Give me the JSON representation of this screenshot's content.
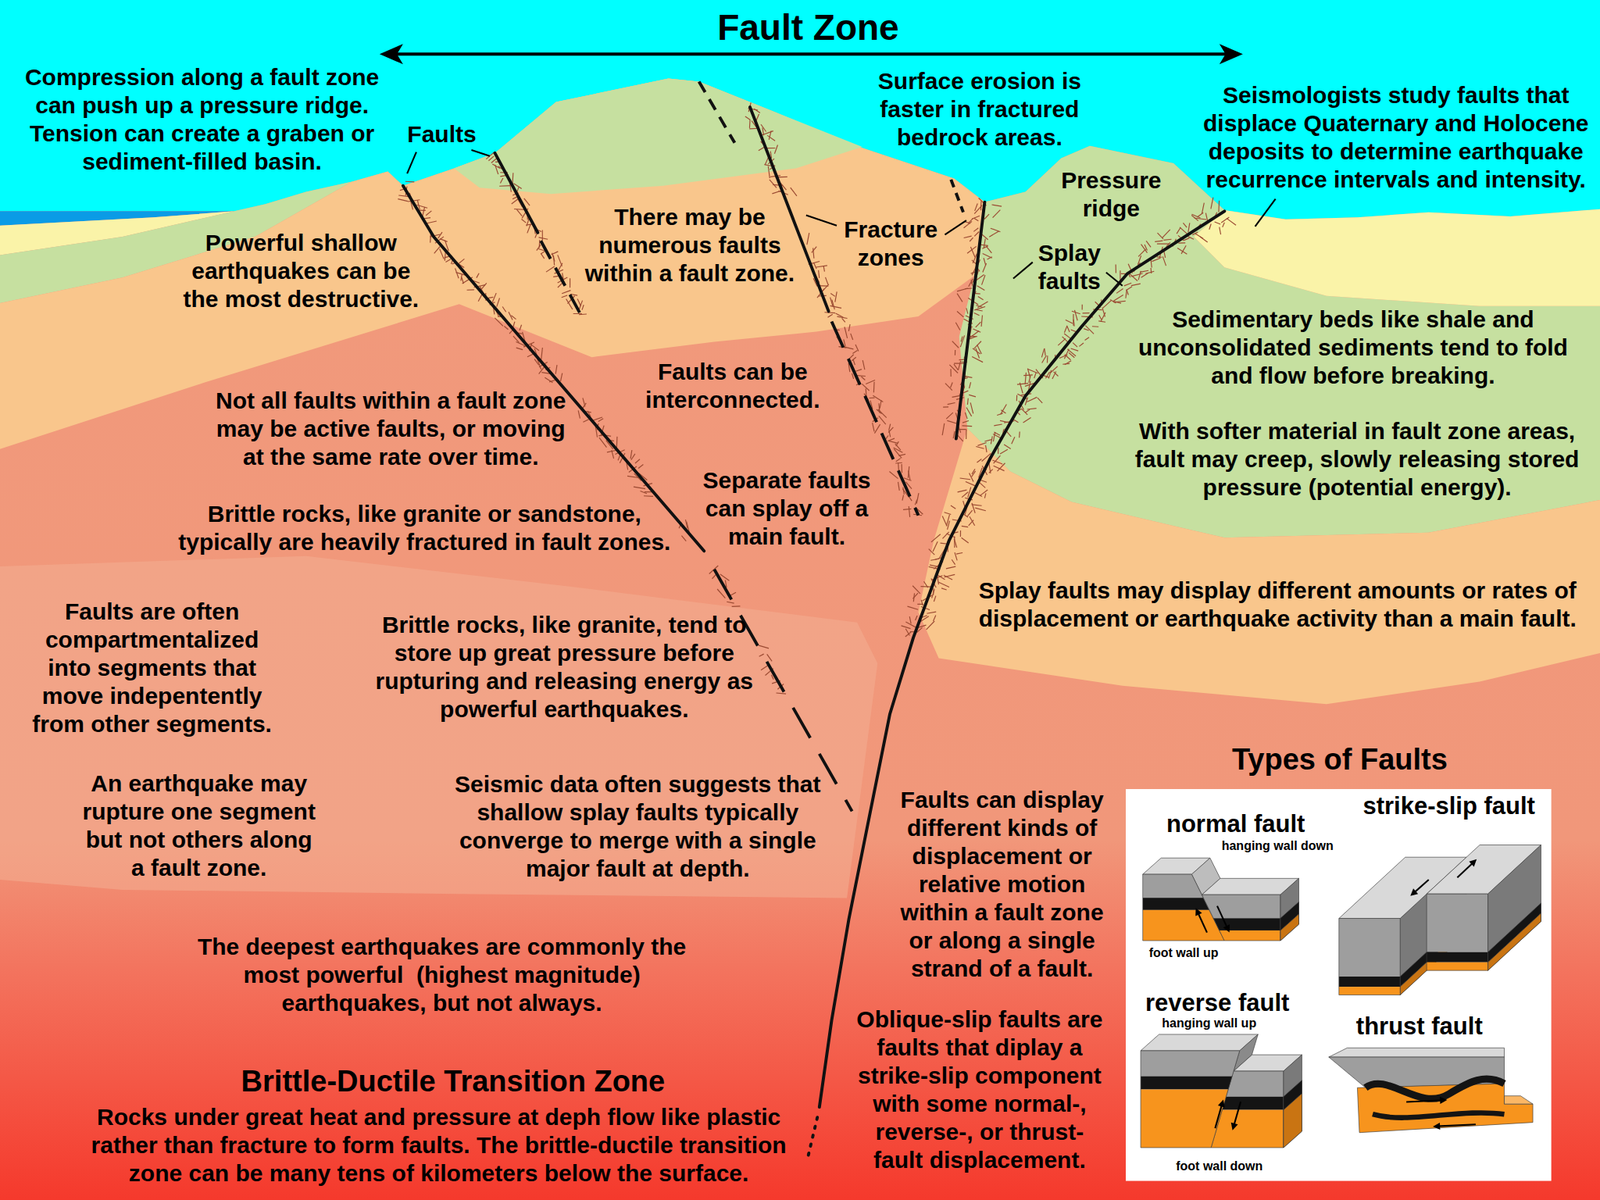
{
  "diagram": {
    "title": "Fault Zone",
    "nodes": [
      {
        "text": [
          "Types of Faults"
        ]
      },
      {
        "text": [
          "normal fault",
          "hanging wall down",
          "foot wall up"
        ],
        "in": 0
      },
      {
        "text": [
          "strike-slip fault"
        ],
        "in": 0
      },
      {
        "text": [
          "reverse fault",
          "hanging wall up",
          "foot wall down"
        ],
        "in": 0
      },
      {
        "text": [
          "thrust fault"
        ],
        "in": 0
      }
    ],
    "labels": [
      "Compression along a fault zone can push up a pressure ridge. Tension can create a graben or sediment-filled basin.",
      "Surface erosion is faster in fractured bedrock areas.",
      "Seismologists study faults that displace Quaternary and Holocene deposits to determine earthquake recurrence intervals and intensity.",
      "Faults",
      "Pressure ridge",
      "There may be numerous faults within a fault zone.",
      "Fracture zones",
      "Powerful shallow earthquakes can be the most destructive.",
      "Splay faults",
      "Sedimentary beds like shale and unconsolidated sediments tend to fold and flow before breaking.",
      "Faults can be interconnected.",
      "Not all faults within a fault zone may be active faults, or moving at the same rate over time.",
      "With softer material in fault zone areas, fault may creep, slowly releasing stored pressure (potential energy).",
      "Separate faults can splay off a main fault.",
      "Brittle rocks, like granite or sandstone, typically are heavily fractured in fault zones.",
      "Splay faults may display different amounts or rates of displacement or earthquake activity than a main fault.",
      "Faults are often compartmentalized into segments that move indepentently from other segments.",
      "Brittle rocks, like granite, tend to store up great pressure before rupturing and releasing energy as powerful earthquakes.",
      "An earthquake may rupture one segment but not others along a fault zone.",
      "Seismic data often suggests that shallow splay faults typically converge to merge with a single major fault at depth.",
      "Faults can display different kinds of displacement or relative motion within a fault zone or along a single strand of a fault.",
      "The deepest earthquakes are commonly the most powerful  (highest magnitude) earthquakes, but not always.",
      "Oblique-slip faults are faults that diplay a strike-slip component with some normal-, reverse-, or thrust-fault displacement.",
      "Brittle-Ductile Transition Zone",
      "Rocks under great heat and pressure at deph flow like plastic rather than fracture to form faults. The brittle-ductile transition zone can be many tens of kilometers below the surface."
    ]
  }
}
